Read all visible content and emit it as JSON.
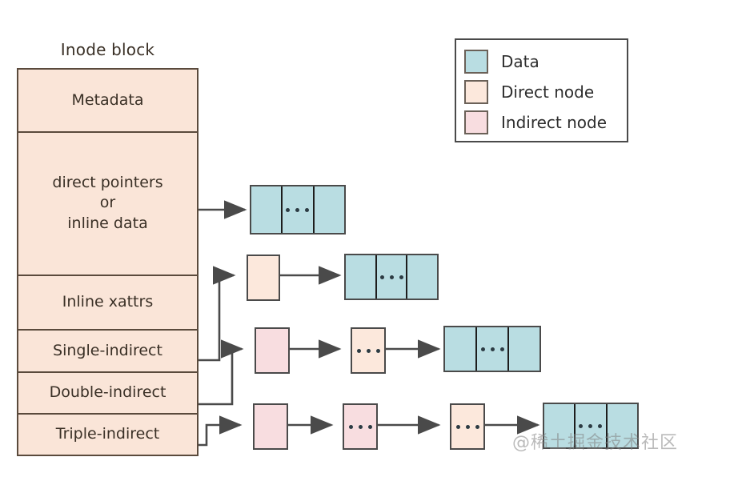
{
  "diagram": {
    "title": "Inode block",
    "watermark": "@稀土掘金技术社区",
    "colors": {
      "data": "#b9dde2",
      "direct_node": "#fae5d8",
      "indirect_node": "#f8dde0",
      "stroke": "#4a4a4a",
      "inode_stroke": "#5a4a3c",
      "text": "#3a3026",
      "background": "#ffffff"
    }
  },
  "inode_block": {
    "title": "Inode block",
    "sections": [
      {
        "label": "Metadata"
      },
      {
        "label": "direct pointers\nor\ninline data"
      },
      {
        "label": "Inline xattrs"
      },
      {
        "label": "Single-indirect"
      },
      {
        "label": "Double-indirect"
      },
      {
        "label": "Triple-indirect"
      }
    ]
  },
  "legend": {
    "items": [
      {
        "label": "Data",
        "color": "#b9dde2"
      },
      {
        "label": "Direct node",
        "color": "#fce8dc"
      },
      {
        "label": "Indirect node",
        "color": "#f8dde0"
      }
    ]
  },
  "chains": [
    {
      "name": "direct-pointers-chain",
      "source": "direct pointers or inline data",
      "nodes": [
        {
          "kind": "data",
          "label": "",
          "cells": [
            "",
            "...",
            ""
          ]
        }
      ]
    },
    {
      "name": "single-indirect-chain",
      "source": "Single-indirect",
      "nodes": [
        {
          "kind": "direct-node",
          "label": "",
          "stacked": true
        },
        {
          "kind": "data",
          "label": "",
          "cells": [
            "",
            "...",
            ""
          ]
        }
      ]
    },
    {
      "name": "double-indirect-chain",
      "source": "Double-indirect",
      "nodes": [
        {
          "kind": "indirect-node",
          "label": "",
          "stacked": true
        },
        {
          "kind": "direct-node",
          "label": "...",
          "stacked": true
        },
        {
          "kind": "data",
          "label": "",
          "cells": [
            "",
            "...",
            ""
          ]
        }
      ]
    },
    {
      "name": "triple-indirect-chain",
      "source": "Triple-indirect",
      "nodes": [
        {
          "kind": "indirect-node",
          "label": "",
          "stacked": false
        },
        {
          "kind": "indirect-node",
          "label": "...",
          "stacked": true
        },
        {
          "kind": "direct-node",
          "label": "...",
          "stacked": true
        },
        {
          "kind": "data",
          "label": "",
          "cells": [
            "",
            "...",
            ""
          ]
        }
      ]
    }
  ]
}
